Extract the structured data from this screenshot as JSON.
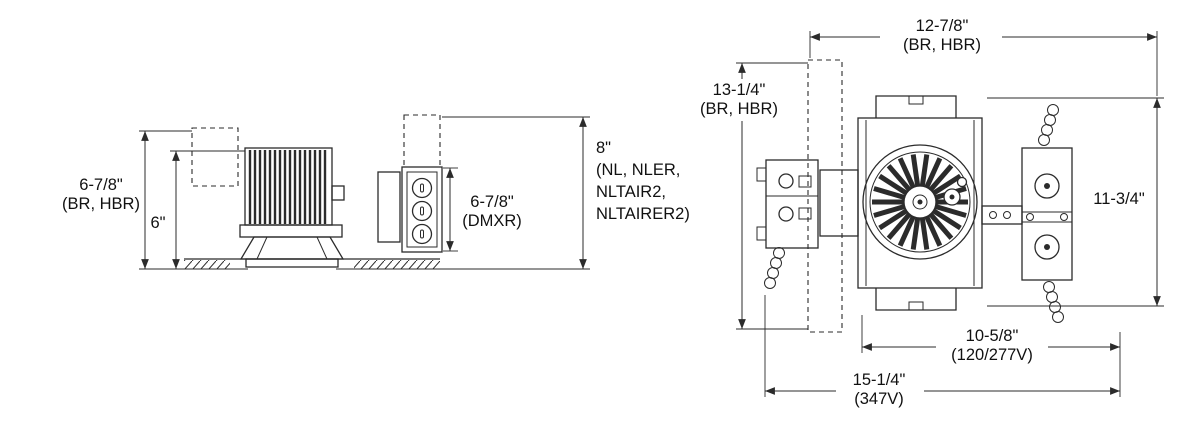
{
  "colors": {
    "line": "#2b2b2b",
    "text": "#111111",
    "background": "#ffffff"
  },
  "side_view": {
    "dim_overall_height": {
      "value": "6-7/8\"",
      "qualifier": "(BR, HBR)"
    },
    "dim_fixture_height": {
      "value": "6\""
    },
    "dim_dmxr_height": {
      "value": "6-7/8\"",
      "qualifier": "(DMXR)"
    },
    "dim_alt_height": {
      "value": "8\"",
      "q1": "(NL, NLER,",
      "q2": "NLTAIR2,",
      "q3": "NLTAIRER2)"
    }
  },
  "top_view": {
    "dim_top_width": {
      "value": "12-7/8\"",
      "qualifier": "(BR, HBR)"
    },
    "dim_left_height": {
      "value": "13-1/4\"",
      "qualifier": "(BR, HBR)"
    },
    "dim_right_height": {
      "value": "11-3/4\""
    },
    "dim_inner_width": {
      "value": "10-5/8\"",
      "qualifier": "(120/277V)"
    },
    "dim_outer_width": {
      "value": "15-1/4\"",
      "qualifier": "(347V)"
    }
  }
}
